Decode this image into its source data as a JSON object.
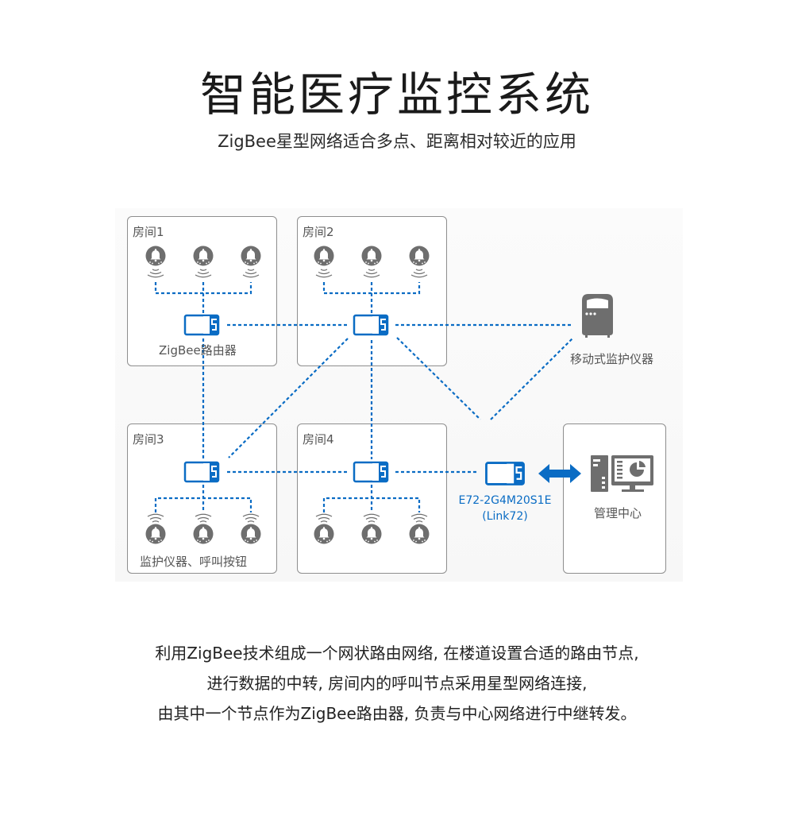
{
  "header": {
    "title": "智能医疗监控系统",
    "subtitle": "ZigBee星型网络适合多点、距离相对较近的应用"
  },
  "diagram": {
    "rooms": [
      {
        "id": "room1",
        "label": "房间1"
      },
      {
        "id": "room2",
        "label": "房间2"
      },
      {
        "id": "room3",
        "label": "房间3"
      },
      {
        "id": "room4",
        "label": "房间4"
      }
    ],
    "router_label": "ZigBee路由器",
    "call_devices_label": "监护仪器、呼叫按钮",
    "mobile_monitor_label": "移动式监护仪器",
    "gateway": {
      "model": "E72-2G4M20S1E",
      "name": "(Link72)"
    },
    "management_center_label": "管理中心",
    "colors": {
      "link": "#0a6cc4",
      "icon": "#6e6e6e",
      "border": "#8e8e8e"
    },
    "icons": {
      "call_button": "bell-icon",
      "router": "zigbee-module-icon",
      "mobile_monitor": "portable-monitor-icon",
      "management": "computer-dashboard-icon",
      "bidirectional": "double-arrow-icon"
    }
  },
  "description": {
    "lines": [
      "利用ZigBee技术组成一个网状路由网络, 在楼道设置合适的路由节点,",
      "进行数据的中转, 房间内的呼叫节点采用星型网络连接,",
      "由其中一个节点作为ZigBee路由器, 负责与中心网络进行中继转发。"
    ]
  }
}
